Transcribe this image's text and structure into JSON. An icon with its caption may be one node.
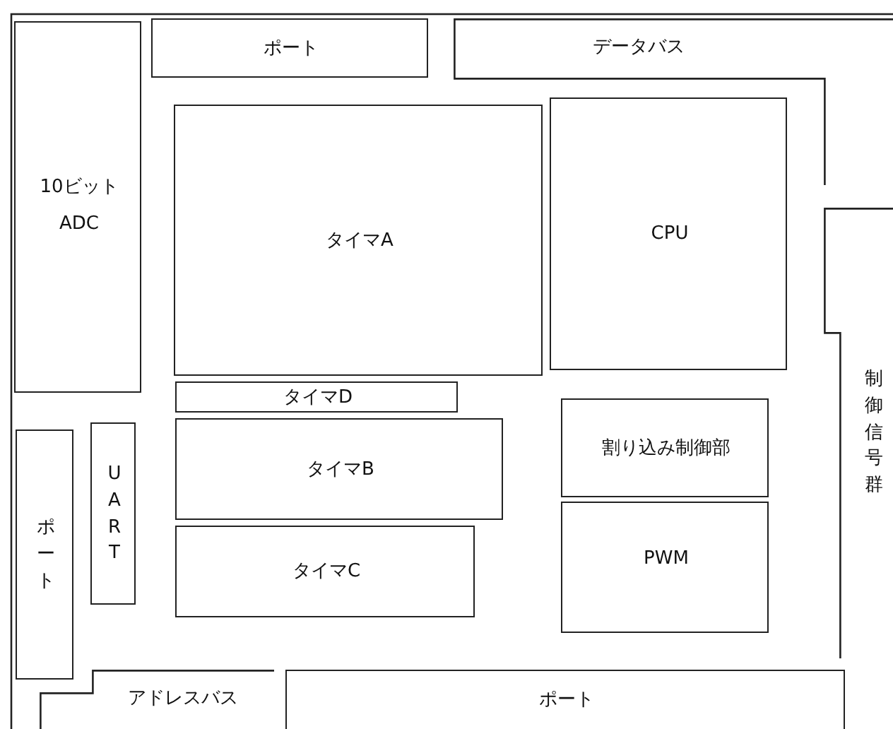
{
  "diagram": {
    "nodes": [
      {
        "text": [
          "10ビット ADC"
        ]
      },
      {
        "text": [
          "ポート"
        ]
      },
      {
        "text": [
          "データバス"
        ]
      },
      {
        "text": [
          "タイマA"
        ]
      },
      {
        "text": [
          "CPU"
        ]
      },
      {
        "text": [
          "制御信号群"
        ]
      },
      {
        "text": [
          "タイマD"
        ]
      },
      {
        "text": [
          "タイマB"
        ]
      },
      {
        "text": [
          "割り込み制御部"
        ]
      },
      {
        "text": [
          "ポート"
        ]
      },
      {
        "text": [
          "UART"
        ]
      },
      {
        "text": [
          "タイマC"
        ]
      },
      {
        "text": [
          "PWM"
        ]
      },
      {
        "text": [
          "アドレスバス"
        ]
      },
      {
        "text": [
          "ポート"
        ]
      }
    ]
  }
}
